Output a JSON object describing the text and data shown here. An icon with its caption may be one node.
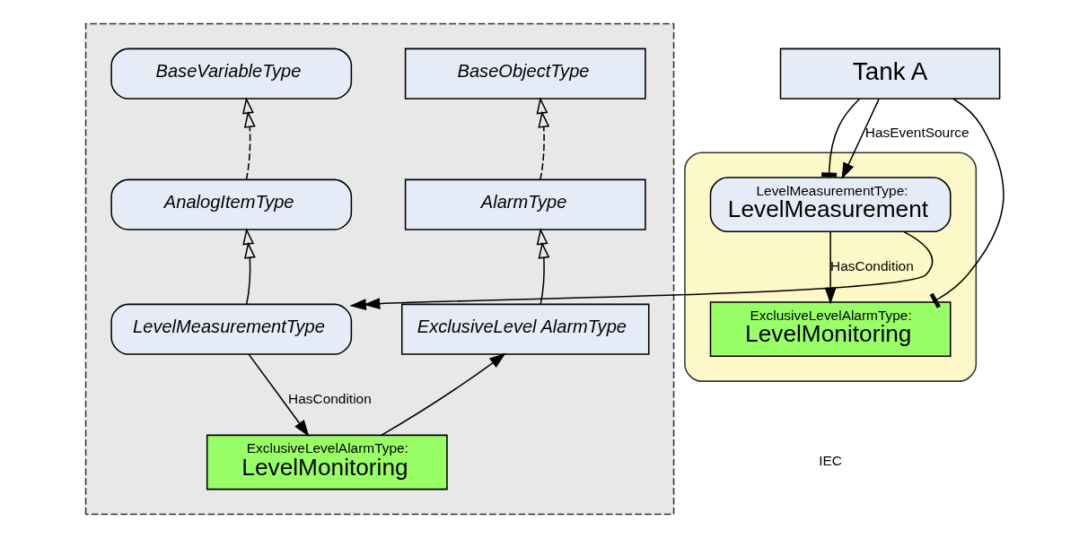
{
  "diagram": {
    "nodes": [
      {
        "text": [],
        "shape": "box"
      },
      {
        "text": [
          "BaseObjectType"
        ],
        "in": 0
      },
      {
        "text": [
          "BaseVariableType"
        ],
        "in": 0
      },
      {
        "text": [
          "AlarmType"
        ],
        "in": 0
      },
      {
        "text": [
          "AnalogItemType"
        ],
        "in": 0
      },
      {
        "text": [
          "ExclusiveLevel AlarmType"
        ],
        "in": 0
      },
      {
        "text": [
          "LevelMeasurementType"
        ],
        "in": 0
      },
      {
        "text": [
          "ExclusiveLevelAlarmType:",
          "LevelMonitoring"
        ],
        "in": 0
      },
      {
        "text": [
          "Tank A"
        ]
      },
      {
        "text": [],
        "shape": "box"
      },
      {
        "text": [
          "LevelMeasurementType:",
          "LevelMeasurement"
        ],
        "in": 9
      },
      {
        "text": [
          "ExclusiveLevelAlarmType:",
          "LevelMonitoring"
        ],
        "in": 9
      }
    ],
    "edges": [
      {
        "from": 3,
        "to": 1,
        "arrow": "to",
        "style": "dashed"
      },
      {
        "from": 4,
        "to": 2,
        "arrow": "to",
        "style": "dashed"
      },
      {
        "from": 5,
        "to": 3,
        "arrow": "to"
      },
      {
        "from": 6,
        "to": 4,
        "arrow": "to"
      },
      {
        "from": 6,
        "to": 7,
        "arrow": "to",
        "label": "HasCondition"
      },
      {
        "from": 7,
        "to": 5,
        "arrow": "to"
      },
      {
        "from": 10,
        "to": 6,
        "arrow": "to"
      },
      {
        "from": 8,
        "to": 10,
        "arrow": "other"
      },
      {
        "from": 8,
        "to": 10,
        "arrow": "to",
        "label": "HasEventSource"
      },
      {
        "from": 8,
        "to": 11,
        "arrow": "other"
      },
      {
        "from": 10,
        "to": 11,
        "arrow": "to",
        "label": "HasCondition"
      }
    ],
    "labels": [
      "IEC"
    ]
  }
}
